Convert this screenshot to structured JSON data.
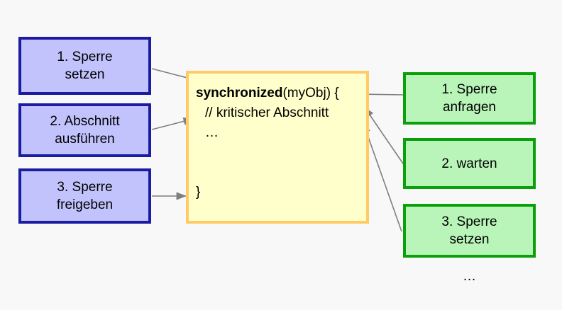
{
  "diagram": {
    "background_color": "#f8f8f8",
    "title_text": "",
    "left_boxes": [
      {
        "name": "lock-acquire",
        "line1": "1. Sperre",
        "line2": "setzen",
        "fill": "#c2c2fd",
        "border": "#1b1ba4"
      },
      {
        "name": "section-execute",
        "line1": "2. Abschnitt",
        "line2": "ausführen",
        "fill": "#c2c2fd",
        "border": "#1b1ba4"
      },
      {
        "name": "lock-release",
        "line1": "3. Sperre",
        "line2": "freigeben",
        "fill": "#c2c2fd",
        "border": "#1b1ba4"
      }
    ],
    "code_box": {
      "fill": "#ffffcc",
      "border": "#ffcb66",
      "keyword": "synchronized",
      "signature_rest": "(myObj) {",
      "comment": "// kritischer Abschnitt",
      "ellipsis": "…",
      "closing_brace": "}"
    },
    "right_boxes": [
      {
        "name": "lock-request",
        "line1": "1. Sperre",
        "line2": "anfragen",
        "fill": "#b9f5b9",
        "border": "#0aa00a"
      },
      {
        "name": "wait",
        "line1": "2. warten",
        "line2": "",
        "fill": "#b9f5b9",
        "border": "#0aa00a"
      },
      {
        "name": "lock-set",
        "line1": "3. Sperre",
        "line2": "setzen",
        "fill": "#b9f5b9",
        "border": "#0aa00a"
      }
    ],
    "trailing_ellipsis": "…",
    "arrow_color": "#7f7f7f"
  }
}
